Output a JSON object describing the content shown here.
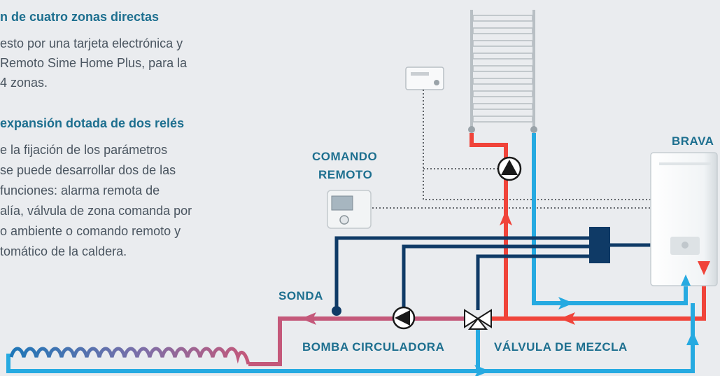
{
  "text_block": {
    "heading1": "n de cuatro zonas directas",
    "para1": [
      "esto por una tarjeta electrónica y",
      "Remoto Sime Home Plus, para la",
      " 4 zonas."
    ],
    "heading2": " expansión dotada de dos relés",
    "para2": [
      "e la fijación de los parámetros",
      " se puede desarrollar dos de las",
      " funciones: alarma remota de",
      "alía, válvula de zona comanda por",
      "o ambiente o comando remoto y",
      "tomático de la caldera."
    ]
  },
  "labels": {
    "comando_remoto": [
      "COMANDO",
      "REMOTO"
    ],
    "brava": "BRAVA",
    "sonda": "SONDA",
    "bomba": "BOMBA CIRCULADORA",
    "valvula": "VÁLVULA DE MEZCLA"
  },
  "colors": {
    "red": "#f0443a",
    "blue": "#26aae1",
    "navy": "#0f3a66",
    "pink": "#c4587a",
    "heading": "#1d6f8f"
  }
}
